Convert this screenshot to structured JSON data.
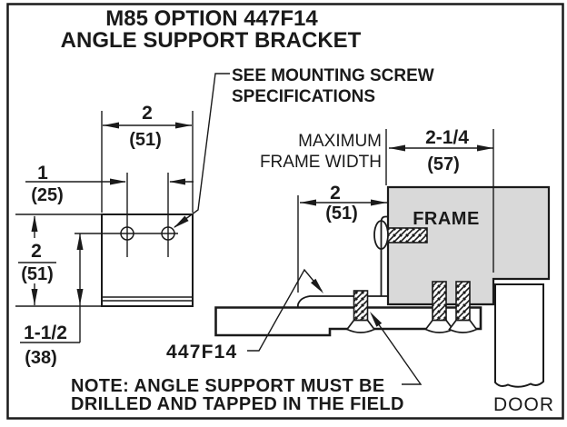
{
  "title": {
    "line1": "M85 OPTION 447F14",
    "line2": "ANGLE SUPPORT BRACKET"
  },
  "callouts": {
    "see_line1": "SEE MOUNTING SCREW",
    "see_line2": "SPECIFICATIONS",
    "mfw_line1": "MAXIMUM",
    "mfw_line2": "FRAME WIDTH",
    "frame": "FRAME",
    "door": "DOOR",
    "part_number": "447F14",
    "note_line1": "NOTE: ANGLE SUPPORT MUST BE",
    "note_line2": "DRILLED AND TAPPED IN THE FIELD"
  },
  "dimensions": {
    "bracket_width": {
      "inches": "2",
      "mm": "(51)"
    },
    "hole_spacing": {
      "inches": "1",
      "mm": "(25)"
    },
    "bracket_height": {
      "inches": "2",
      "mm": "(51)"
    },
    "hole_to_bottom": {
      "inches": "1-1/2",
      "mm": "(38)"
    },
    "max_frame_width": {
      "inches": "2-1/4",
      "mm": "(57)"
    },
    "projection": {
      "inches": "2",
      "mm": "(51)"
    }
  },
  "colors": {
    "line": "#1a1a1a",
    "frame_fill": "#d9d9d9",
    "background": "#ffffff"
  }
}
